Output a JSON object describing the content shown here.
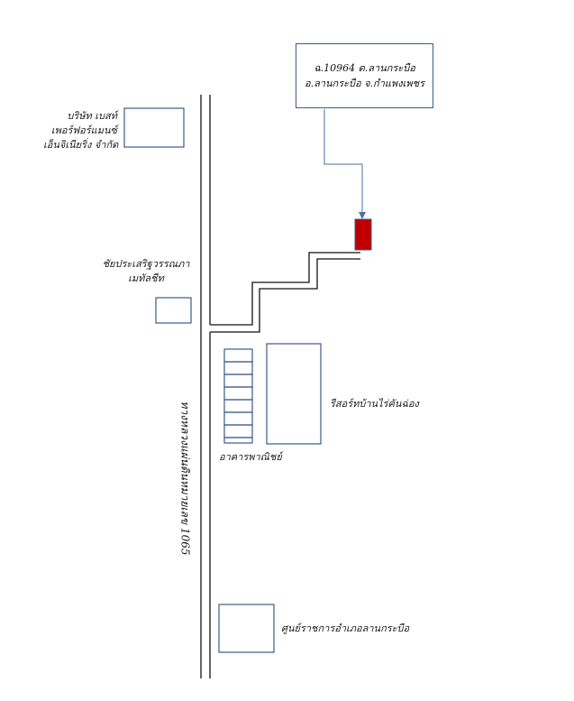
{
  "destination": {
    "line1": "ฉ.10964 ต.ลานกระบือ",
    "line2": "อ.ลานกระบือ จ.กำแพงเพชร",
    "marker_color": "#c00000"
  },
  "road": {
    "name": "ทางหลวงแผ่นดินหมายเลข 1065"
  },
  "places": {
    "company_line1": "บริษัท เบสท์",
    "company_line2": "เพอร์ฟอร์แมนซ์",
    "company_line3": "เอ็นจิเนียริ่ง จำกัด",
    "metal_line1": "ชัยประเสริฐวรรณภา",
    "metal_line2": "เมทัลชีท",
    "shophouse": "อาคารพาณิชย์",
    "resort": "รีสอร์ทบ้านไร่คันฉ่อง",
    "district_office": "ศูนย์ราชการอำเภอลานกระบือ"
  },
  "colors": {
    "building_outline": "#3c5a8a",
    "road_line": "#111111"
  }
}
